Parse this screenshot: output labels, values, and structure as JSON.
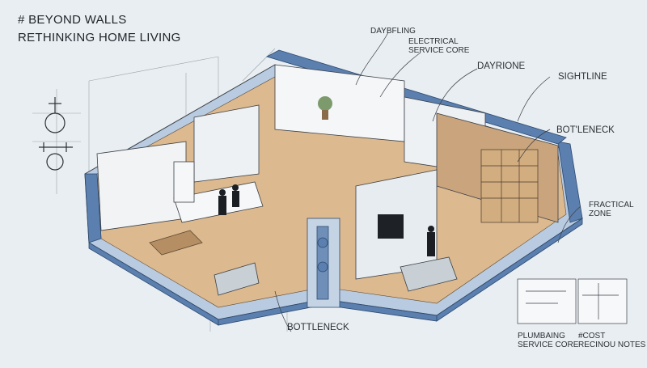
{
  "title": {
    "line1": "# BEYOND WALLS",
    "line2": "RETHINKING HOME LIVING"
  },
  "annotations": {
    "daybfling": "DAYBFLING",
    "electrical_line1": "ELECTRICAL",
    "electrical_line2": "SERVICE CORE",
    "dayrione": "DAYRIONE",
    "sightline": "SIGHTLINE",
    "bottleneck_right": "BOT'LENECK",
    "fractical_line1": "FRACTICAL",
    "fractical_line2": "ZONE",
    "bottleneck_bottom": "BOTTLENECK",
    "plumbing_line1": "PLUMBAING",
    "plumbing_line2": "SERVICE CORE",
    "cost_line1": "#COST",
    "cost_line2": "RECINOU NOTES"
  },
  "colors": {
    "background": "#e9eef2",
    "wall_blue": "#5b7fae",
    "wood_floor": "#d9b58b",
    "wood_panel": "#c9a47c",
    "linework": "#3a3f45"
  }
}
